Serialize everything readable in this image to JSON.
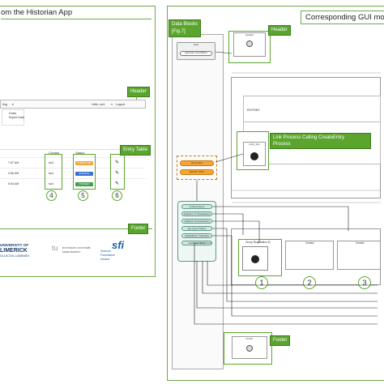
{
  "left_panel": {
    "title": "om the Historian App",
    "header_tag": "Header",
    "header_left": "ting",
    "header_user": "Hello, sw1",
    "header_logout": "Logout",
    "dropdown": [
      "Hosts",
      "Export Data"
    ],
    "entry_tag": "Entry Table",
    "columns": [
      "Creator",
      "Status"
    ],
    "rows": [
      {
        "time": "7:57 AM",
        "creator": "sw1",
        "status": "COMPLETED",
        "color": "#f2a23a"
      },
      {
        "time": "4:56 AM",
        "creator": "sw1",
        "status": "RUNNING",
        "color": "#3a6fd0"
      },
      {
        "time": "5:54 AM",
        "creator": "sw1",
        "status": "FINISHED",
        "color": "#3f9f4b"
      }
    ],
    "circle_labels": [
      "4",
      "5",
      "6"
    ],
    "footer_tag": "Footer",
    "logo_ul_main": "UNIVERSITY OF",
    "logo_ul_name": "LIMERICK",
    "logo_ul_sub": "OLLSCOIL LUIMNIGH",
    "logo_tu_mark": "tu",
    "logo_tu_text1": "technische universität",
    "logo_tu_text2": "kaiserslautern",
    "logo_sfi_main": "sfi",
    "logo_sfi_sub1": "Science",
    "logo_sfi_sub2": "Foundation",
    "logo_sfi_sub3": "Ireland"
  },
  "right_panel": {
    "title": "Corresponding GUI mo",
    "data_blocks_tag_line1": "Data Blocks",
    "data_blocks_tag_line2": "[Fig.7]",
    "header_tag": "Header",
    "header_box_label": "Header",
    "link_tag_line1": "Link Process Calling CreateEntry",
    "link_tag_line2": "Process",
    "footer_tag": "Footer",
    "footer_box_label": "Footer",
    "lower_labels": [
      "Group Registration ID",
      "Creator",
      "Creator"
    ],
    "circle_labels": [
      "1",
      "2",
      "3"
    ],
    "entries_label": "ENTRIES",
    "small_box_label": "entry_box",
    "data_items_top": [
      "tools",
      "parameter, GroupStatus"
    ],
    "orange_items": [
      "Entry Stat",
      "ENTRY STAT"
    ],
    "teal_items": [
      "Lookup Query",
      "analytics of Transactions",
      "callback of transactions",
      "get_log of Status",
      "UpdateEntry Transition",
      "GetStatus Entry"
    ]
  }
}
